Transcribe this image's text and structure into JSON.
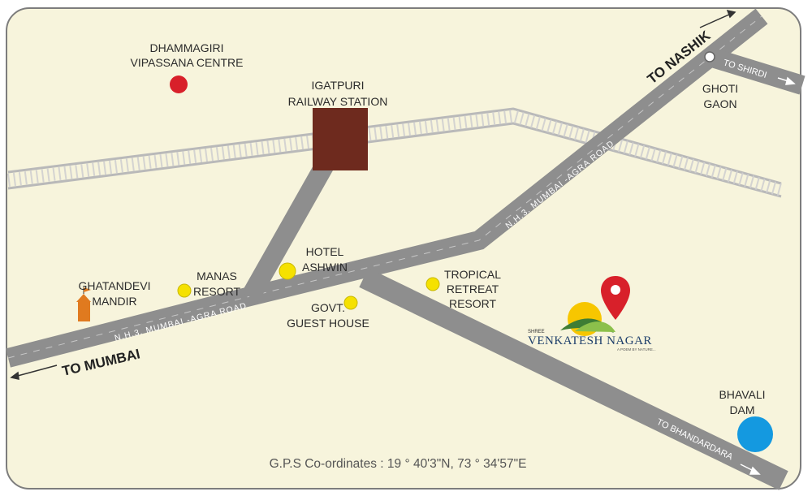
{
  "places": {
    "dhammagiri": {
      "line1": "DHAMMAGIRI",
      "line2": "VIPASSANA CENTRE"
    },
    "railway": {
      "line1": "IGATPURI",
      "line2": "RAILWAY STATION"
    },
    "ghoti": {
      "line1": "GHOTI",
      "line2": "GAON"
    },
    "hotel_ashwin": {
      "line1": "HOTEL",
      "line2": "ASHWIN"
    },
    "manas": {
      "line1": "MANAS",
      "line2": "RESORT"
    },
    "ghatandevi": {
      "line1": "GHATANDEVI",
      "line2": "MANDIR"
    },
    "govt_guest": {
      "line1": "GOVT.",
      "line2": "GUEST HOUSE"
    },
    "tropical": {
      "line1": "TROPICAL",
      "line2": "RETREAT",
      "line3": "RESORT"
    },
    "bhavali": {
      "line1": "BHAVALI",
      "line2": "DAM"
    }
  },
  "roads": {
    "nh3_lower": "N.H.3. MUMBAI -AGRA ROAD",
    "nh3_upper": "N.H.3. MUMBAI -AGRA ROAD",
    "to_mumbai": "TO MUMBAI",
    "to_nashik": "TO NASHIK",
    "to_shirdi": "TO SHIRDI",
    "to_bhandardara": "TO BHANDARDARA"
  },
  "logo": {
    "prefix": "SHREE",
    "name": "VENKATESH NAGAR",
    "tagline": "A POEM BY NATURE..."
  },
  "gps": "G.P.S Co-ordinates :  19 ° 40'3\"N, 73 ° 34'57\"E",
  "colors": {
    "background": "#f7f4dc",
    "road": "#8e8e8e",
    "railway_block": "#6e2a1e",
    "marker_yellow": "#f5e100",
    "marker_red": "#d8202a",
    "marker_blue": "#1499e0",
    "temple": "#e07a1f"
  }
}
